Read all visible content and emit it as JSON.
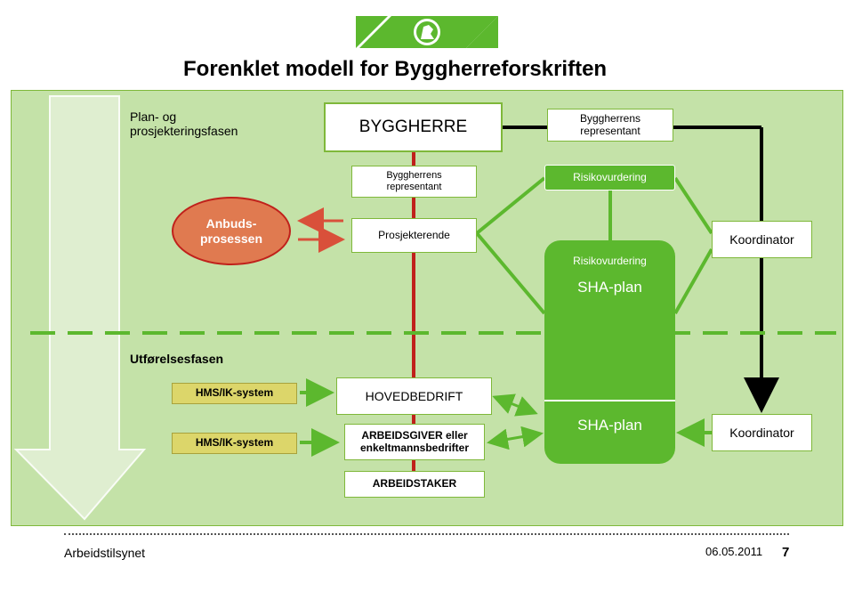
{
  "title": "Forenklet modell for Byggherreforskriften",
  "phases": {
    "plan": "Plan- og\nprosjekteringsfasen",
    "execution": "Utførelsesfasen"
  },
  "nodes": {
    "byggherre": "BYGGHERRE",
    "bh_rep_top": "Byggherrens representant",
    "bh_rep_mid": "Byggherrens representant",
    "risk_top": "Risikovurdering",
    "anbud": "Anbuds-\nprosessen",
    "prosjekterende": "Prosjekterende",
    "koordinator_top": "Koordinator",
    "risk_green": "Risikovurdering",
    "sha_top": "SHA-plan",
    "hms1": "HMS/IK-system",
    "hms2": "HMS/IK-system",
    "hovedbedrift": "HOVEDBEDRIFT",
    "arbeidsgiver": "ARBEIDSGIVER eller enkeltmannsbedrifter",
    "sha_bottom": "SHA-plan",
    "koordinator_bottom": "Koordinator",
    "arbeidstaker": "ARBEIDSTAKER"
  },
  "footer": {
    "org": "Arbeidstilsynet",
    "date": "06.05.2011",
    "page": "7"
  },
  "colors": {
    "panel": "#c4e2a8",
    "accent_green": "#5cb82e",
    "connector_red": "#c0211b",
    "anbud_fill": "#e07a50",
    "yellow": "#dcd66a"
  }
}
